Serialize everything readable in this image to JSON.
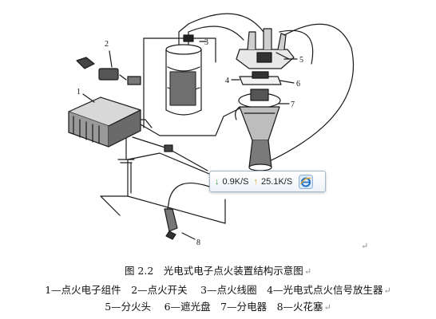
{
  "figure": {
    "part_numbers": [
      "1",
      "2",
      "3",
      "4",
      "5",
      "6",
      "7",
      "8"
    ]
  },
  "caption": {
    "title": "图 2.2　光电式电子点火装置结构示意图",
    "line1": "1—点火电子组件　2—点火开关　 3—点火线圈　4—光电式点火信号放生器",
    "line2": "5—分火头　 6—遮光盘　7—分电器　8—火花塞",
    "paragraph_mark": "↵",
    "standalone_mark": "↵"
  },
  "speed_widget": {
    "download_icon": "download-arrow-icon",
    "download": "0.9K/S",
    "upload_icon": "upload-arrow-icon",
    "upload": "25.1K/S",
    "browser_icon": "ie-browser-icon",
    "colors": {
      "download_arrow": "#2e9a2e",
      "upload_arrow": "#e0a020",
      "browser_icon": "#1e6fc8"
    }
  }
}
